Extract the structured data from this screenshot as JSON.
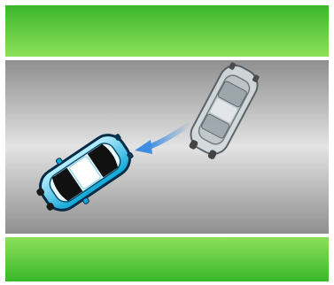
{
  "scene": {
    "subject": "car-changing-lanes",
    "colors": {
      "grass_light": "#8ee05a",
      "grass_dark": "#3ab72b",
      "road_light": "#e3e3e3",
      "road_dark": "#8f8f8f",
      "curb": "#ffffff",
      "car_body_light": "#bff0ff",
      "car_body_dark": "#0aa6d6",
      "car_outline": "#042c48",
      "ghost_car": "#c9d0d4",
      "motion_arrow": "#3f8de0"
    },
    "elements": [
      {
        "name": "top-grass-strip",
        "icon": "grass-icon"
      },
      {
        "name": "road",
        "icon": "road-icon"
      },
      {
        "name": "bottom-grass-strip",
        "icon": "grass-icon"
      },
      {
        "name": "ghost-car",
        "icon": "car-icon",
        "state": "previous-position"
      },
      {
        "name": "motion-arrow",
        "icon": "curved-arrow-icon"
      },
      {
        "name": "car",
        "icon": "car-icon",
        "state": "current-position"
      }
    ]
  }
}
